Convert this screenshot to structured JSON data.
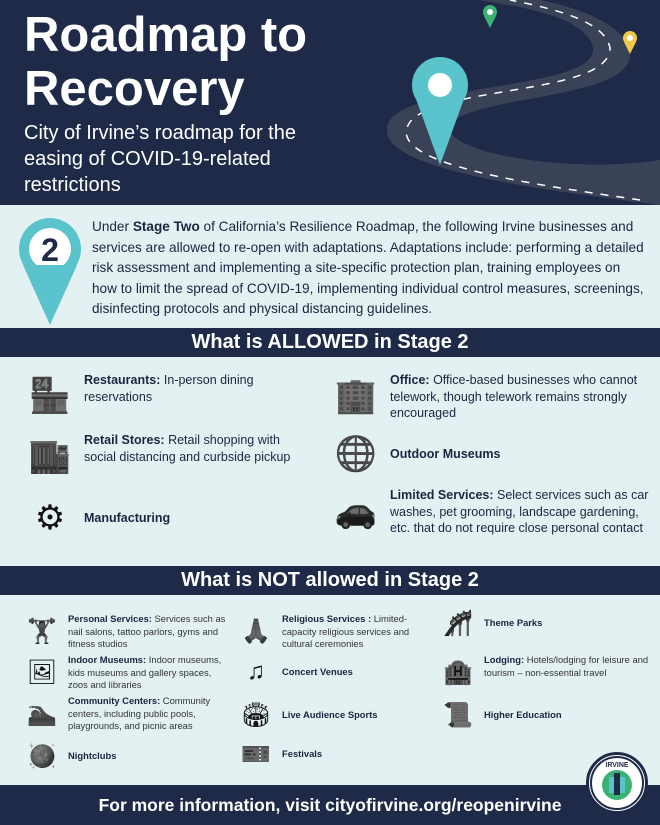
{
  "header": {
    "title": "Roadmap to Recovery",
    "subtitle": "City of Irvine’s roadmap for the easing of COVID-19-related restrictions"
  },
  "stage": {
    "number": "2",
    "text_pre": "Under ",
    "text_bold": "Stage Two",
    "text_post": " of California’s Resilience Roadmap, the following Irvine businesses and services are allowed to re-open with adaptations. Adaptations include: performing a detailed risk assessment and implementing a site-specific protection plan, training employees on how to limit the spread of COVID-19, implementing individual control measures, screenings, disinfecting protocols and physical distancing guidelines."
  },
  "allowed": {
    "heading": "What is ALLOWED in Stage 2",
    "items": [
      {
        "title": "Restaurants:",
        "desc": " In-person dining reservations",
        "icon": "order-counter-icon"
      },
      {
        "title": "Retail Stores:",
        "desc": " Retail shopping with social distancing and curbside pickup",
        "icon": "storefront-icon"
      },
      {
        "title": "Manufacturing",
        "desc": "",
        "icon": "gears-icon"
      },
      {
        "title": "Office:",
        "desc": " Office-based businesses who cannot telework, though telework remains strongly encouraged",
        "icon": "office-building-icon"
      },
      {
        "title": "Outdoor Museums",
        "desc": "",
        "icon": "globe-museum-icon"
      },
      {
        "title": "Limited Services:",
        "desc": " Select services such as car washes, pet grooming, landscape gardening, etc. that do not require close personal contact",
        "icon": "car-wash-icon"
      }
    ]
  },
  "not_allowed": {
    "heading": "What is NOT allowed in Stage 2",
    "items": [
      {
        "title": "Personal Services:",
        "desc": " Services such as nail salons, tattoo parlors, gyms and fitness studios",
        "icon": "dumbbell-icon"
      },
      {
        "title": "Indoor Museums:",
        "desc": " Indoor museums, kids museums and gallery spaces, zoos and libraries",
        "icon": "framed-painting-icon"
      },
      {
        "title": "Community Centers:",
        "desc": " Community centers, including public pools, playgrounds, and picnic areas",
        "icon": "pool-icon"
      },
      {
        "title": "Nightclubs",
        "desc": "",
        "icon": "disco-ball-icon"
      },
      {
        "title": "Religious Services :",
        "desc": " Limited-capacity religious services and cultural ceremonies",
        "icon": "praying-hands-icon"
      },
      {
        "title": "Concert Venues",
        "desc": "",
        "icon": "music-notes-icon"
      },
      {
        "title": "Live Audience Sports",
        "desc": "",
        "icon": "stadium-icon"
      },
      {
        "title": "Festivals",
        "desc": "",
        "icon": "ticket-icon"
      },
      {
        "title": "Theme Parks",
        "desc": "",
        "icon": "roller-coaster-icon"
      },
      {
        "title": "Lodging:",
        "desc": " Hotels/lodging for leisure and tourism – non-essential travel",
        "icon": "hotel-icon"
      },
      {
        "title": "Higher Education",
        "desc": "",
        "icon": "diploma-icon"
      }
    ]
  },
  "footer": {
    "text": "For more information, visit cityofirvine.org/reopenirvine",
    "logo_text": "CITY OF IRVINE"
  },
  "colors": {
    "navy": "#1f2a48",
    "teal": "#5bc3cb",
    "bg": "#e4f1f3"
  }
}
